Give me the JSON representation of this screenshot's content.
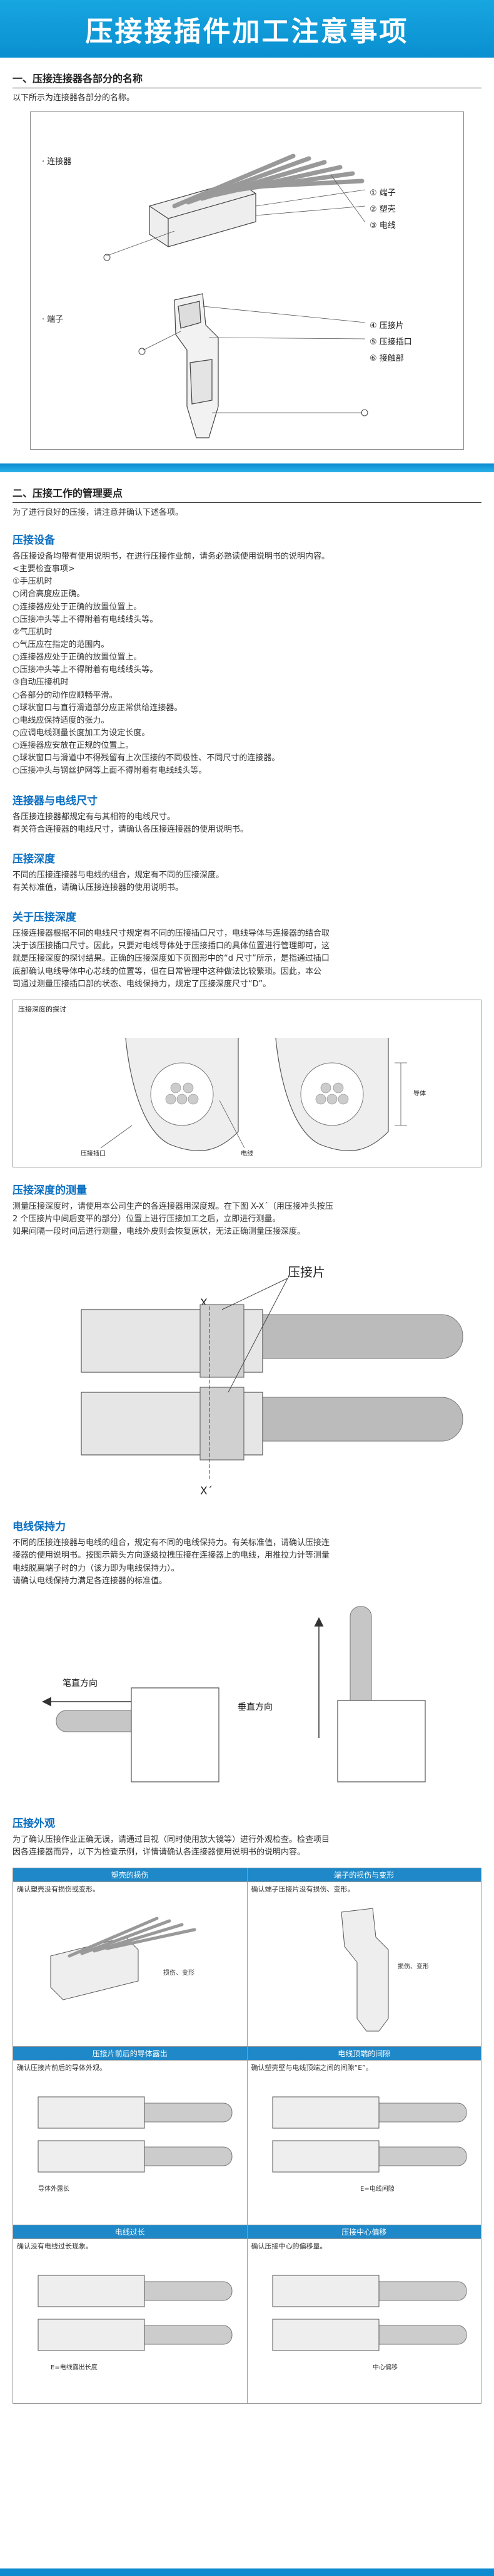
{
  "title": "压接接插件加工注意事项",
  "section1": {
    "heading": "一、压接连接器各部分的名称",
    "subtitle": "以下所示为连接器各部分的名称。",
    "labels": {
      "connector": "· 连接器",
      "terminal": "· 端子",
      "n1": "① 端子",
      "n2": "② 塑壳",
      "n3": "③ 电线",
      "n4": "④ 压接片",
      "n5": "⑤ 压接插口",
      "n6": "⑥ 接触部"
    }
  },
  "section2": {
    "heading": "二、压接工作的管理要点",
    "subtitle": "为了进行良好的压接，请注意并确认下述各项。"
  },
  "equipment": {
    "title": "压接设备",
    "lines": [
      "各压接设备均带有使用说明书，在进行压接作业前，请务必熟读使用说明书的说明内容。",
      "<主要检查事项>",
      "①手压机时",
      "○闭合高度应正确。",
      "○连接器应处于正确的放置位置上。",
      "○压接冲头等上不得附着有电线线头等。",
      "②气压机时",
      "○气压应在指定的范围内。",
      "○连接器应处于正确的放置位置上。",
      "○压接冲头等上不得附着有电线线头等。",
      "③自动压接机时",
      "○各部分的动作应顺畅平滑。",
      "○球状窗口与直行滑道部分应正常供给连接器。",
      "○电线应保持适度的张力。",
      "○应调电线测量长度加工为设定长度。",
      "○连接器应安放在正规的位置上。",
      "○球状窗口与滑道中不得残留有上次压接的不同极性、不同尺寸的连接器。",
      "○压接冲头与钢丝护网等上面不得附着有电线线头等。"
    ]
  },
  "matching": {
    "title": "连接器与电线尺寸",
    "lines": [
      "各压接连接器都规定有与其相符的电线尺寸。",
      "有关符合连接器的电线尺寸，请确认各压接连接器的使用说明书。"
    ]
  },
  "depth": {
    "title": "压接深度",
    "lines": [
      "不同的压接连接器与电线的组合，规定有不同的压接深度。",
      "有关标准值，请确认压接连接器的使用说明书。"
    ]
  },
  "about_depth": {
    "title": "关于压接深度",
    "lines": [
      "压接连接器根据不同的电线尺寸规定有不同的压接插口尺寸，电线导体与连接器的结合取",
      "决于该压接插口尺寸。因此，只要对电线导体处于压接插口的具体位置进行管理即可，这",
      "就是压接深度的探讨结果。正确的压接深度如下页图形中的“d 尺寸”所示，是指通过插口",
      "底部确认电线导体中心芯线的位置等，但在日常管理中这种做法比较繁琐。因此，本公",
      "司通过测量压接插口部的状态、电线保持力，规定了压接深度尺寸“D”。"
    ],
    "figure_title": "压接深度的探讨",
    "figure_labels": [
      "压接插口",
      "电线",
      "导体"
    ]
  },
  "measure": {
    "title": "压接深度的测量",
    "lines": [
      "测量压接深度时，请使用本公司生产的各连接器用深度规。在下图 X-X´（用压接冲头按压",
      "2 个压接片中间后变平的部分）位置上进行压接加工之后，立即进行测量。",
      "如果间隔一段时间后进行测量，电线外皮则会恢复原状，无法正确测量压接深度。"
    ],
    "label_piece": "压接片",
    "label_x": "X",
    "label_x2": "X´"
  },
  "holding": {
    "title": "电线保持力",
    "lines": [
      "不同的压接连接器与电线的组合，规定有不同的电线保持力。有关标准值，请确认压接连",
      "接器的使用说明书。按图示箭头方向逐级拉拽压接在连接器上的电线，用推拉力计等测量",
      "电线脱离端子时的力（该力即为电线保持力）。",
      "请确认电线保持力满足各连接器的标准值。"
    ],
    "label_pen": "笔直方向",
    "label_vertical": "垂直方向"
  },
  "appearance": {
    "title": "压接外观",
    "lines": [
      "为了确认压接作业正确无误，请通过目视（同时使用放大镜等）进行外观检查。检查项目",
      "因各连接器而异，以下为检查示例，详情请确认各连接器使用说明书的说明内容。"
    ],
    "cells": [
      {
        "head": "塑壳的损伤",
        "desc": "确认塑壳没有损伤或变形。",
        "note": "损伤、变形"
      },
      {
        "head": "端子的损伤与变形",
        "desc": "确认端子压接片没有损伤、变形。",
        "note": "损伤、变形"
      },
      {
        "head": "压接片前后的导体露出",
        "desc": "确认压接片前后的导体外观。",
        "note": "导体外露长"
      },
      {
        "head": "电线顶端的间隙",
        "desc": "确认塑壳壁与电线顶端之间的间隙“E”。",
        "note": "E=电线间隙"
      },
      {
        "head": "电线过长",
        "desc": "确认没有电线过长现象。",
        "note": "E=电线露出长度"
      },
      {
        "head": "压接中心偏移",
        "desc": "确认压接中心的偏移量。",
        "note": "中心偏移"
      }
    ]
  }
}
